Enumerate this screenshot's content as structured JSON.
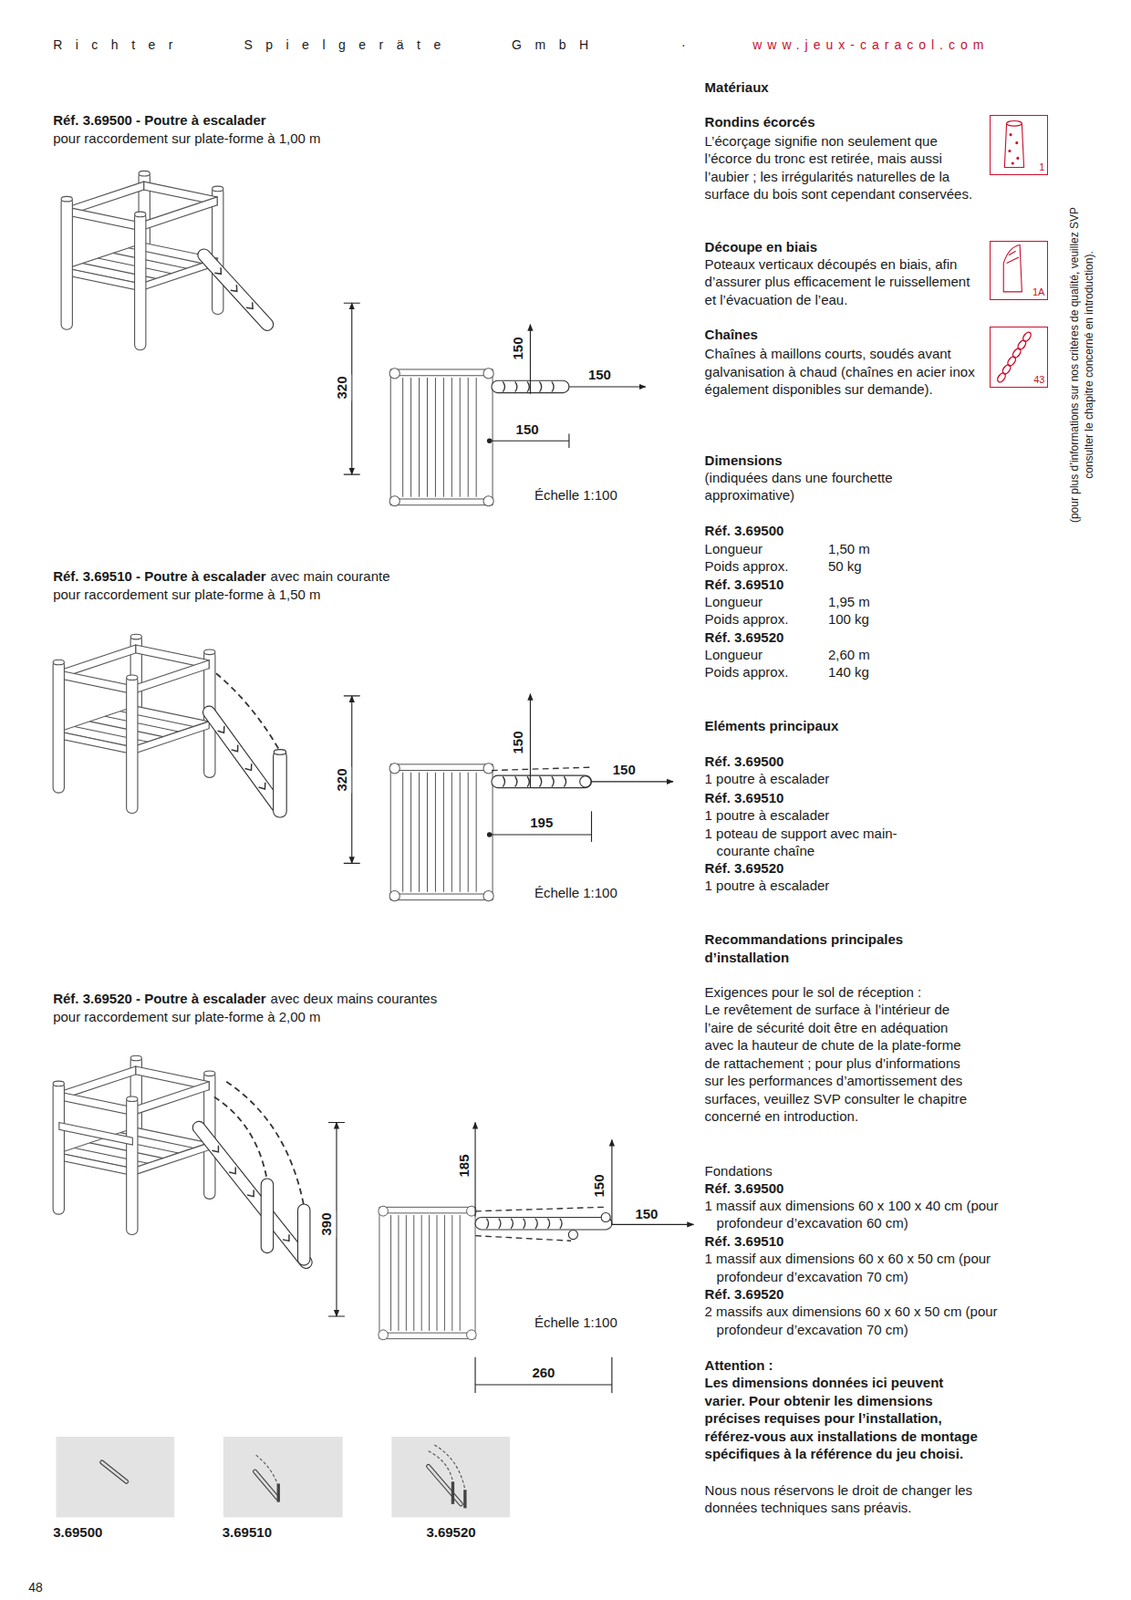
{
  "diagram": {
    "nodes": [
      {
        "text": [
          "1"
        ]
      },
      {
        "text": [
          "1A"
        ]
      },
      {
        "text": [
          "43"
        ]
      }
    ],
    "labels": [
      "Richter Spielgeräte GmbH",
      "·",
      "www.jeux-caracol.com",
      "Réf. 3.69500 - Poutre à escalader",
      "pour raccordement sur plate-forme à 1,00 m",
      "320",
      "150",
      "150",
      "150",
      "Échelle 1:100",
      "Réf. 3.69510 - Poutre à escalader",
      "avec main courante",
      "pour raccordement sur plate-forme à 1,50 m",
      "320",
      "150",
      "150",
      "195",
      "Échelle 1:100",
      "Réf. 3.69520 - Poutre à escalader",
      "avec deux mains courantes",
      "pour raccordement sur plate-forme à 2,00 m",
      "390",
      "185",
      "150",
      "150",
      "Échelle 1:100",
      "260",
      "3.69500",
      "3.69510",
      "3.69520",
      "48",
      "Matériaux",
      "Rondins écorcés",
      "L’écorçage signifie non seulement que l’écorce du tronc est retirée, mais aussi l’aubier ; les irrégularités naturelles de la surface du bois sont cependant conservées.",
      "Découpe en biais",
      "Poteaux verticaux découpés en biais, afin d’assurer plus efficacement le ruissellement et l’évacuation de l’eau.",
      "Chaînes",
      "Chaînes à maillons courts, soudés avant galvanisation à chaud (chaînes en acier inox également disponibles sur demande).",
      "Dimensions",
      "(indiquées dans une fourchette approximative)",
      "Réf. 3.69500",
      "Longueur",
      "1,50 m",
      "Poids approx.",
      "50 kg",
      "Réf. 3.69510",
      "Longueur",
      "1,95 m",
      "Poids approx.",
      "100 kg",
      "Réf. 3.69520",
      "Longueur",
      "2,60 m",
      "Poids approx.",
      "140 kg",
      "Eléments principaux",
      "Réf. 3.69500",
      "1 poutre à escalader",
      "Réf. 3.69510",
      "1 poutre à escalader",
      "1 poteau de support avec main-courante chaîne",
      "Réf. 3.69520",
      "1 poutre à escalader",
      "Recommandations principales d’installation",
      "Exigences pour le sol de réception :",
      "Le revêtement de surface à l’intérieur de l’aire de sécurité doit être en adéquation avec la hauteur de chute de la plate-forme de rattachement ; pour plus d’informations sur les performances d’amortissement des surfaces, veuillez SVP consulter le chapitre concerné en introduction.",
      "Fondations",
      "Réf. 3.69500",
      "1 massif aux dimensions 60 x 100 x 40 cm (pour profondeur d’excavation 60 cm)",
      "Réf. 3.69510",
      "1 massif aux dimensions 60 x 60 x 50 cm (pour profondeur d’excavation 70 cm)",
      "Réf. 3.69520",
      "2 massifs aux dimensions 60 x 60 x 50 cm (pour profondeur d’excavation 70 cm)",
      "Attention :",
      "Les dimensions données ici peuvent varier. Pour obtenir les dimensions précises requises pour l’installation, référez-vous aux installations de montage spécifiques à la référence du jeu choisi.",
      "Nous nous réservons le droit de changer les données techniques sans préavis.",
      "(pour plus d’informations sur nos critères de qualité, veuillez SVP consulter le chapitre concerné en introduction)."
    ]
  }
}
